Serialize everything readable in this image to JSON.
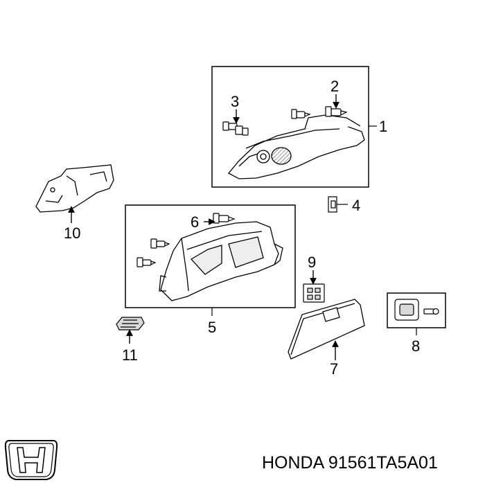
{
  "brand": "HONDA",
  "part_number": "91561TA5A01",
  "callouts": {
    "c1": "1",
    "c2": "2",
    "c3": "3",
    "c4": "4",
    "c5": "5",
    "c6": "6",
    "c7": "7",
    "c8": "8",
    "c9": "9",
    "c10": "10",
    "c11": "11"
  },
  "colors": {
    "line": "#000000",
    "part_fill": "#ffffff",
    "shade": "#d9d9d9"
  }
}
